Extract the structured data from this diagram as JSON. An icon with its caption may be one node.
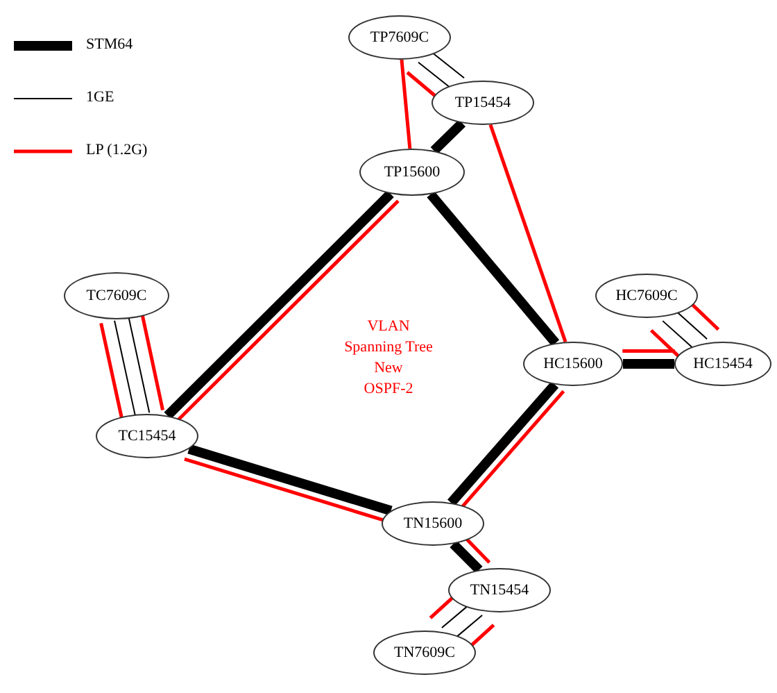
{
  "diagram": {
    "nodes": [
      {
        "text": [
          "TP7609C"
        ]
      },
      {
        "text": [
          "TP15454"
        ]
      },
      {
        "text": [
          "TP15600"
        ]
      },
      {
        "text": [
          "TC7609C"
        ]
      },
      {
        "text": [
          "TC15454"
        ]
      },
      {
        "text": [
          "HC7609C"
        ]
      },
      {
        "text": [
          "HC15454"
        ]
      },
      {
        "text": [
          "HC15600"
        ]
      },
      {
        "text": [
          "TN15600"
        ]
      },
      {
        "text": [
          "TN15454"
        ]
      },
      {
        "text": [
          "TN7609C"
        ]
      }
    ],
    "edges": [
      {
        "from": 1,
        "to": 2,
        "arrow": "none",
        "style": "thick"
      },
      {
        "from": 2,
        "to": 4,
        "arrow": "none",
        "style": "thick"
      },
      {
        "from": 2,
        "to": 7,
        "arrow": "none",
        "style": "thick"
      },
      {
        "from": 4,
        "to": 8,
        "arrow": "none",
        "style": "thick"
      },
      {
        "from": 7,
        "to": 8,
        "arrow": "none",
        "style": "thick"
      },
      {
        "from": 7,
        "to": 6,
        "arrow": "none",
        "style": "thick"
      },
      {
        "from": 8,
        "to": 9,
        "arrow": "none",
        "style": "thick"
      },
      {
        "from": 0,
        "to": 1,
        "arrow": "none"
      },
      {
        "from": 0,
        "to": 1,
        "arrow": "none"
      },
      {
        "from": 3,
        "to": 4,
        "arrow": "none"
      },
      {
        "from": 3,
        "to": 4,
        "arrow": "none"
      },
      {
        "from": 5,
        "to": 6,
        "arrow": "none"
      },
      {
        "from": 5,
        "to": 6,
        "arrow": "none"
      },
      {
        "from": 10,
        "to": 9,
        "arrow": "none"
      },
      {
        "from": 10,
        "to": 9,
        "arrow": "none"
      },
      {
        "from": 0,
        "to": 2,
        "arrow": "none",
        "color": "#ff0000"
      },
      {
        "from": 2,
        "to": 4,
        "arrow": "none",
        "color": "#ff0000"
      },
      {
        "from": 0,
        "to": 1,
        "arrow": "none",
        "color": "#ff0000"
      },
      {
        "from": 1,
        "to": 7,
        "arrow": "none",
        "color": "#ff0000"
      },
      {
        "from": 3,
        "to": 4,
        "arrow": "none",
        "color": "#ff0000"
      },
      {
        "from": 3,
        "to": 4,
        "arrow": "none",
        "color": "#ff0000"
      },
      {
        "from": 4,
        "to": 8,
        "arrow": "none",
        "color": "#ff0000"
      },
      {
        "from": 5,
        "to": 6,
        "arrow": "none",
        "color": "#ff0000"
      },
      {
        "from": 5,
        "to": 6,
        "arrow": "none",
        "color": "#ff0000"
      },
      {
        "from": 6,
        "to": 7,
        "arrow": "none",
        "color": "#ff0000"
      },
      {
        "from": 10,
        "to": 9,
        "arrow": "none",
        "color": "#ff0000"
      },
      {
        "from": 10,
        "to": 9,
        "arrow": "none",
        "color": "#ff0000"
      },
      {
        "from": 9,
        "to": 8,
        "arrow": "none",
        "color": "#ff0000"
      },
      {
        "from": 8,
        "to": 7,
        "arrow": "none",
        "color": "#ff0000"
      }
    ],
    "labels": [
      "VLAN",
      "Spanning Tree",
      "New",
      "OSPF-2"
    ],
    "legend": [
      {
        "text": "STM64"
      },
      {
        "text": "1GE"
      },
      {
        "text": "LP (1.2G)"
      }
    ]
  }
}
